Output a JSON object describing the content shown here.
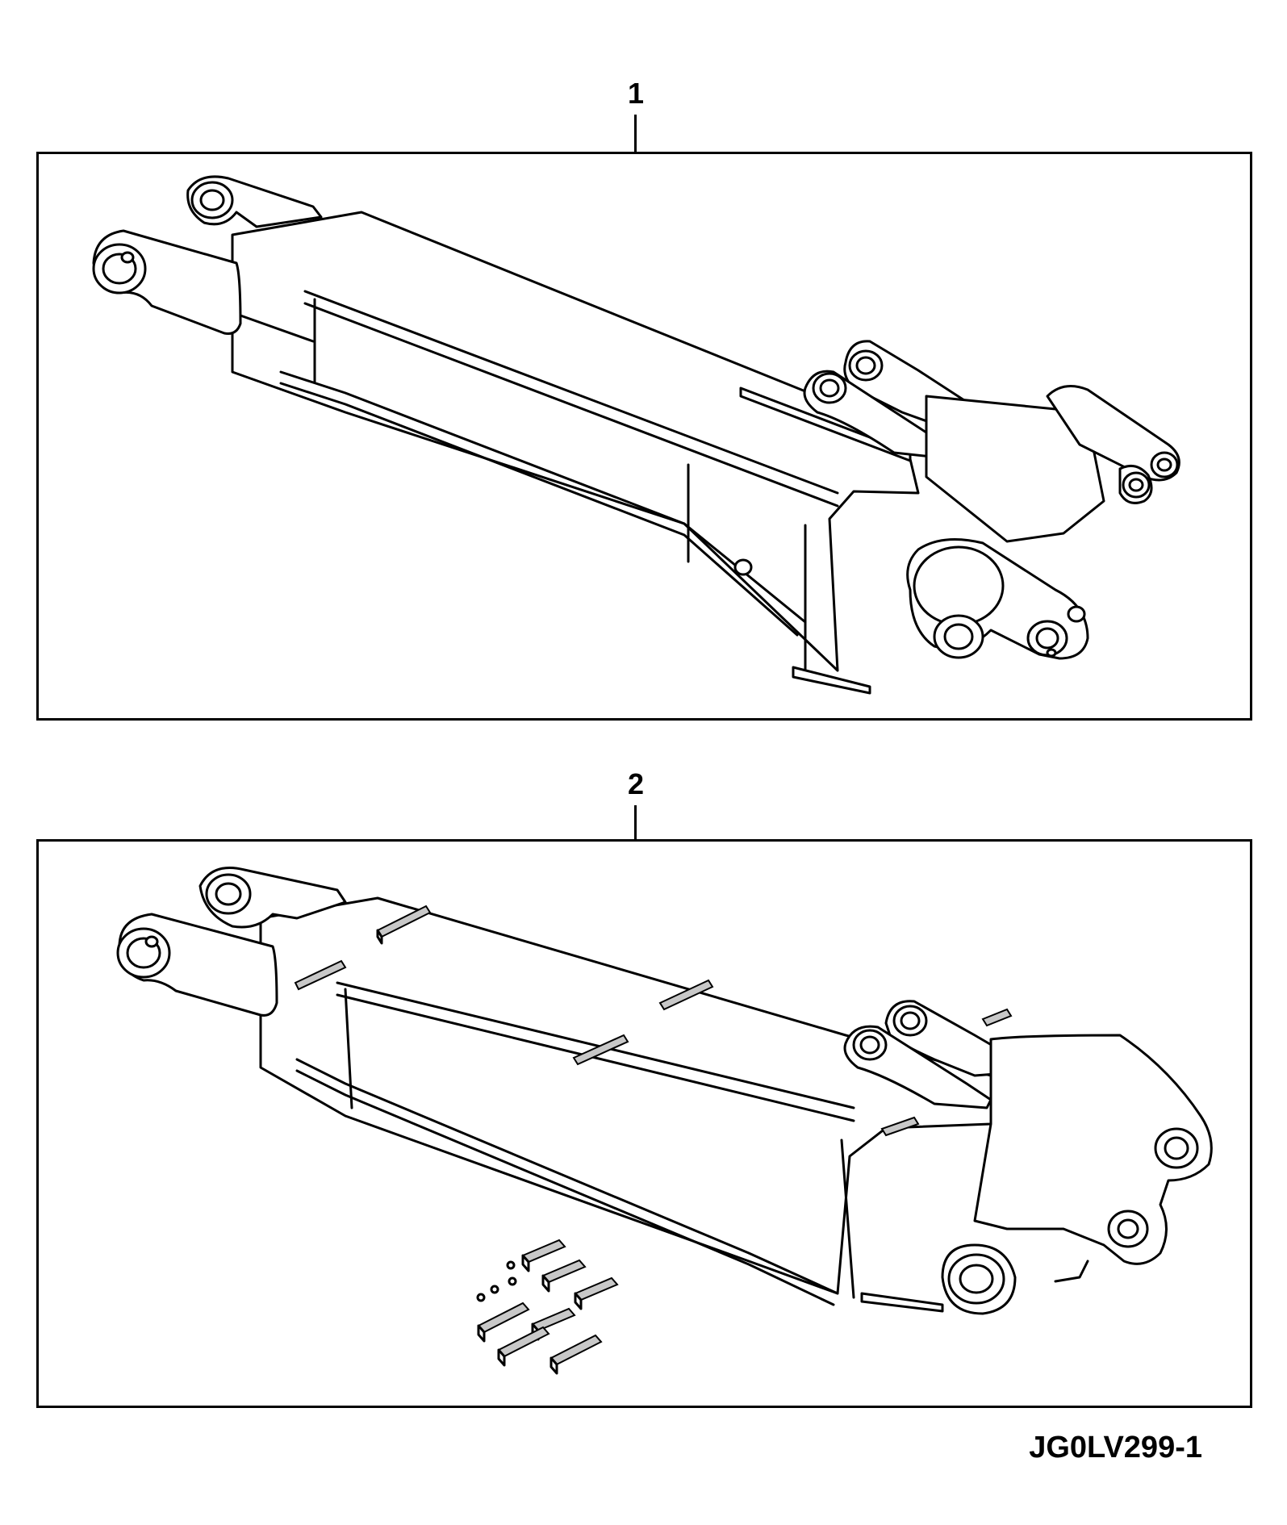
{
  "diagram": {
    "figure_id": "JG0LV299-1",
    "panels": [
      {
        "callout": "1",
        "icon": "excavator-boom-arm-icon"
      },
      {
        "callout": "2",
        "icon": "excavator-boom-arm-with-wear-pads-icon",
        "loose_parts_icon": "wear-pad-kit-icon"
      }
    ]
  }
}
